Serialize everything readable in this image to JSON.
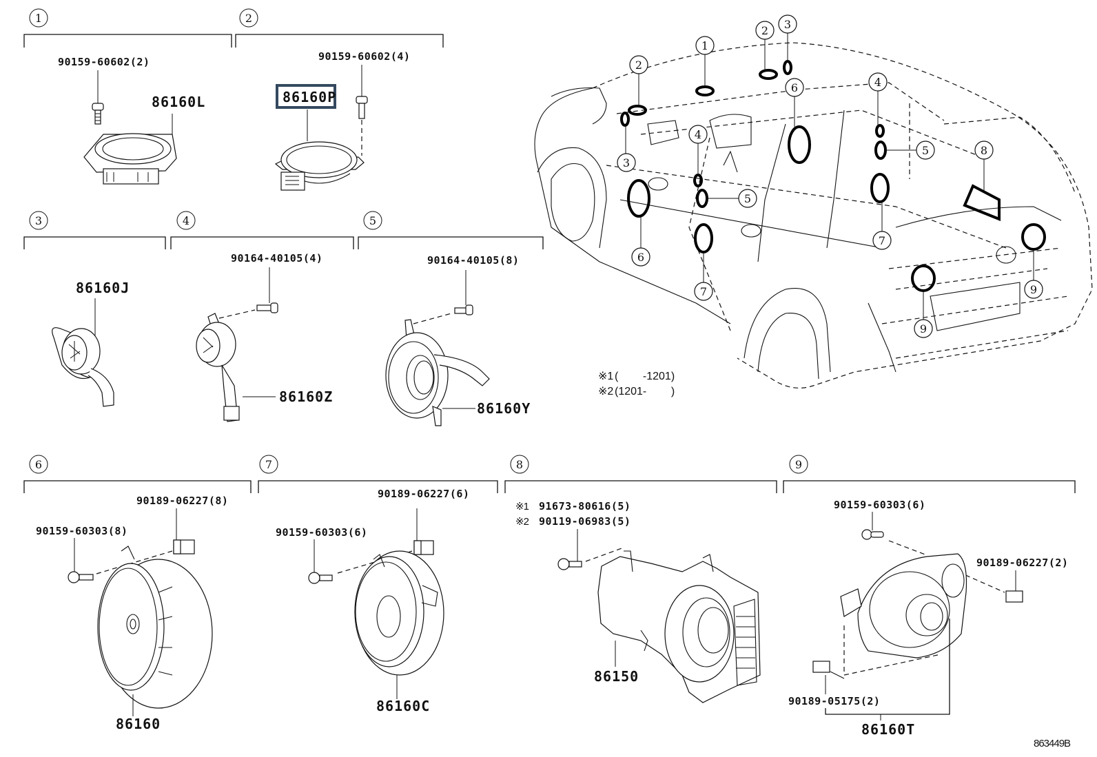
{
  "diagram": {
    "title_code": "863449B",
    "highlight_color": "#34495e",
    "notes": [
      {
        "mark": "※1",
        "text": "(        -1201)"
      },
      {
        "mark": "※2",
        "text": "(1201-        )"
      }
    ],
    "groups": [
      {
        "num": "1",
        "main_part": "86160L",
        "fasteners": [
          "90159-60602(2)"
        ]
      },
      {
        "num": "2",
        "main_part": "86160P",
        "highlighted": true,
        "fasteners": [
          "90159-60602(4)"
        ]
      },
      {
        "num": "3",
        "main_part": "86160J",
        "fasteners": []
      },
      {
        "num": "4",
        "main_part": "86160Z",
        "fasteners": [
          "90164-40105(4)"
        ]
      },
      {
        "num": "5",
        "main_part": "86160Y",
        "fasteners": [
          "90164-40105(8)"
        ]
      },
      {
        "num": "6",
        "main_part": "86160",
        "fasteners": [
          "90189-06227(8)",
          "90159-60303(8)"
        ]
      },
      {
        "num": "7",
        "main_part": "86160C",
        "fasteners": [
          "90189-06227(6)",
          "90159-60303(6)"
        ]
      },
      {
        "num": "8",
        "main_part": "86150",
        "fasteners": [
          "91673-80616(5)",
          "90119-06983(5)"
        ],
        "fastener_marks": [
          "※1",
          "※2"
        ]
      },
      {
        "num": "9",
        "main_part": "86160T",
        "fasteners": [
          "90159-60303(6)",
          "90189-06227(2)",
          "90189-05175(2)"
        ]
      }
    ],
    "vehicle_callouts": [
      "1",
      "2",
      "2",
      "3",
      "3",
      "4",
      "4",
      "5",
      "5",
      "6",
      "6",
      "7",
      "7",
      "8",
      "9",
      "9"
    ]
  }
}
